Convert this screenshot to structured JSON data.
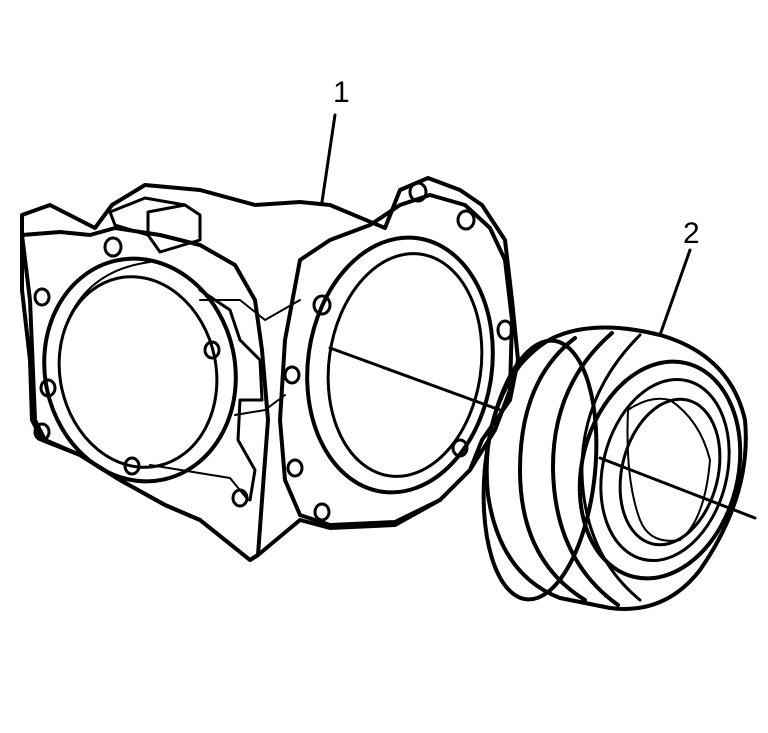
{
  "callouts": [
    {
      "id": "1",
      "label": "1"
    },
    {
      "id": "2",
      "label": "2"
    }
  ],
  "colors": {
    "ink": "#000000",
    "background": "#ffffff",
    "stipple": "#9a9a9a"
  }
}
